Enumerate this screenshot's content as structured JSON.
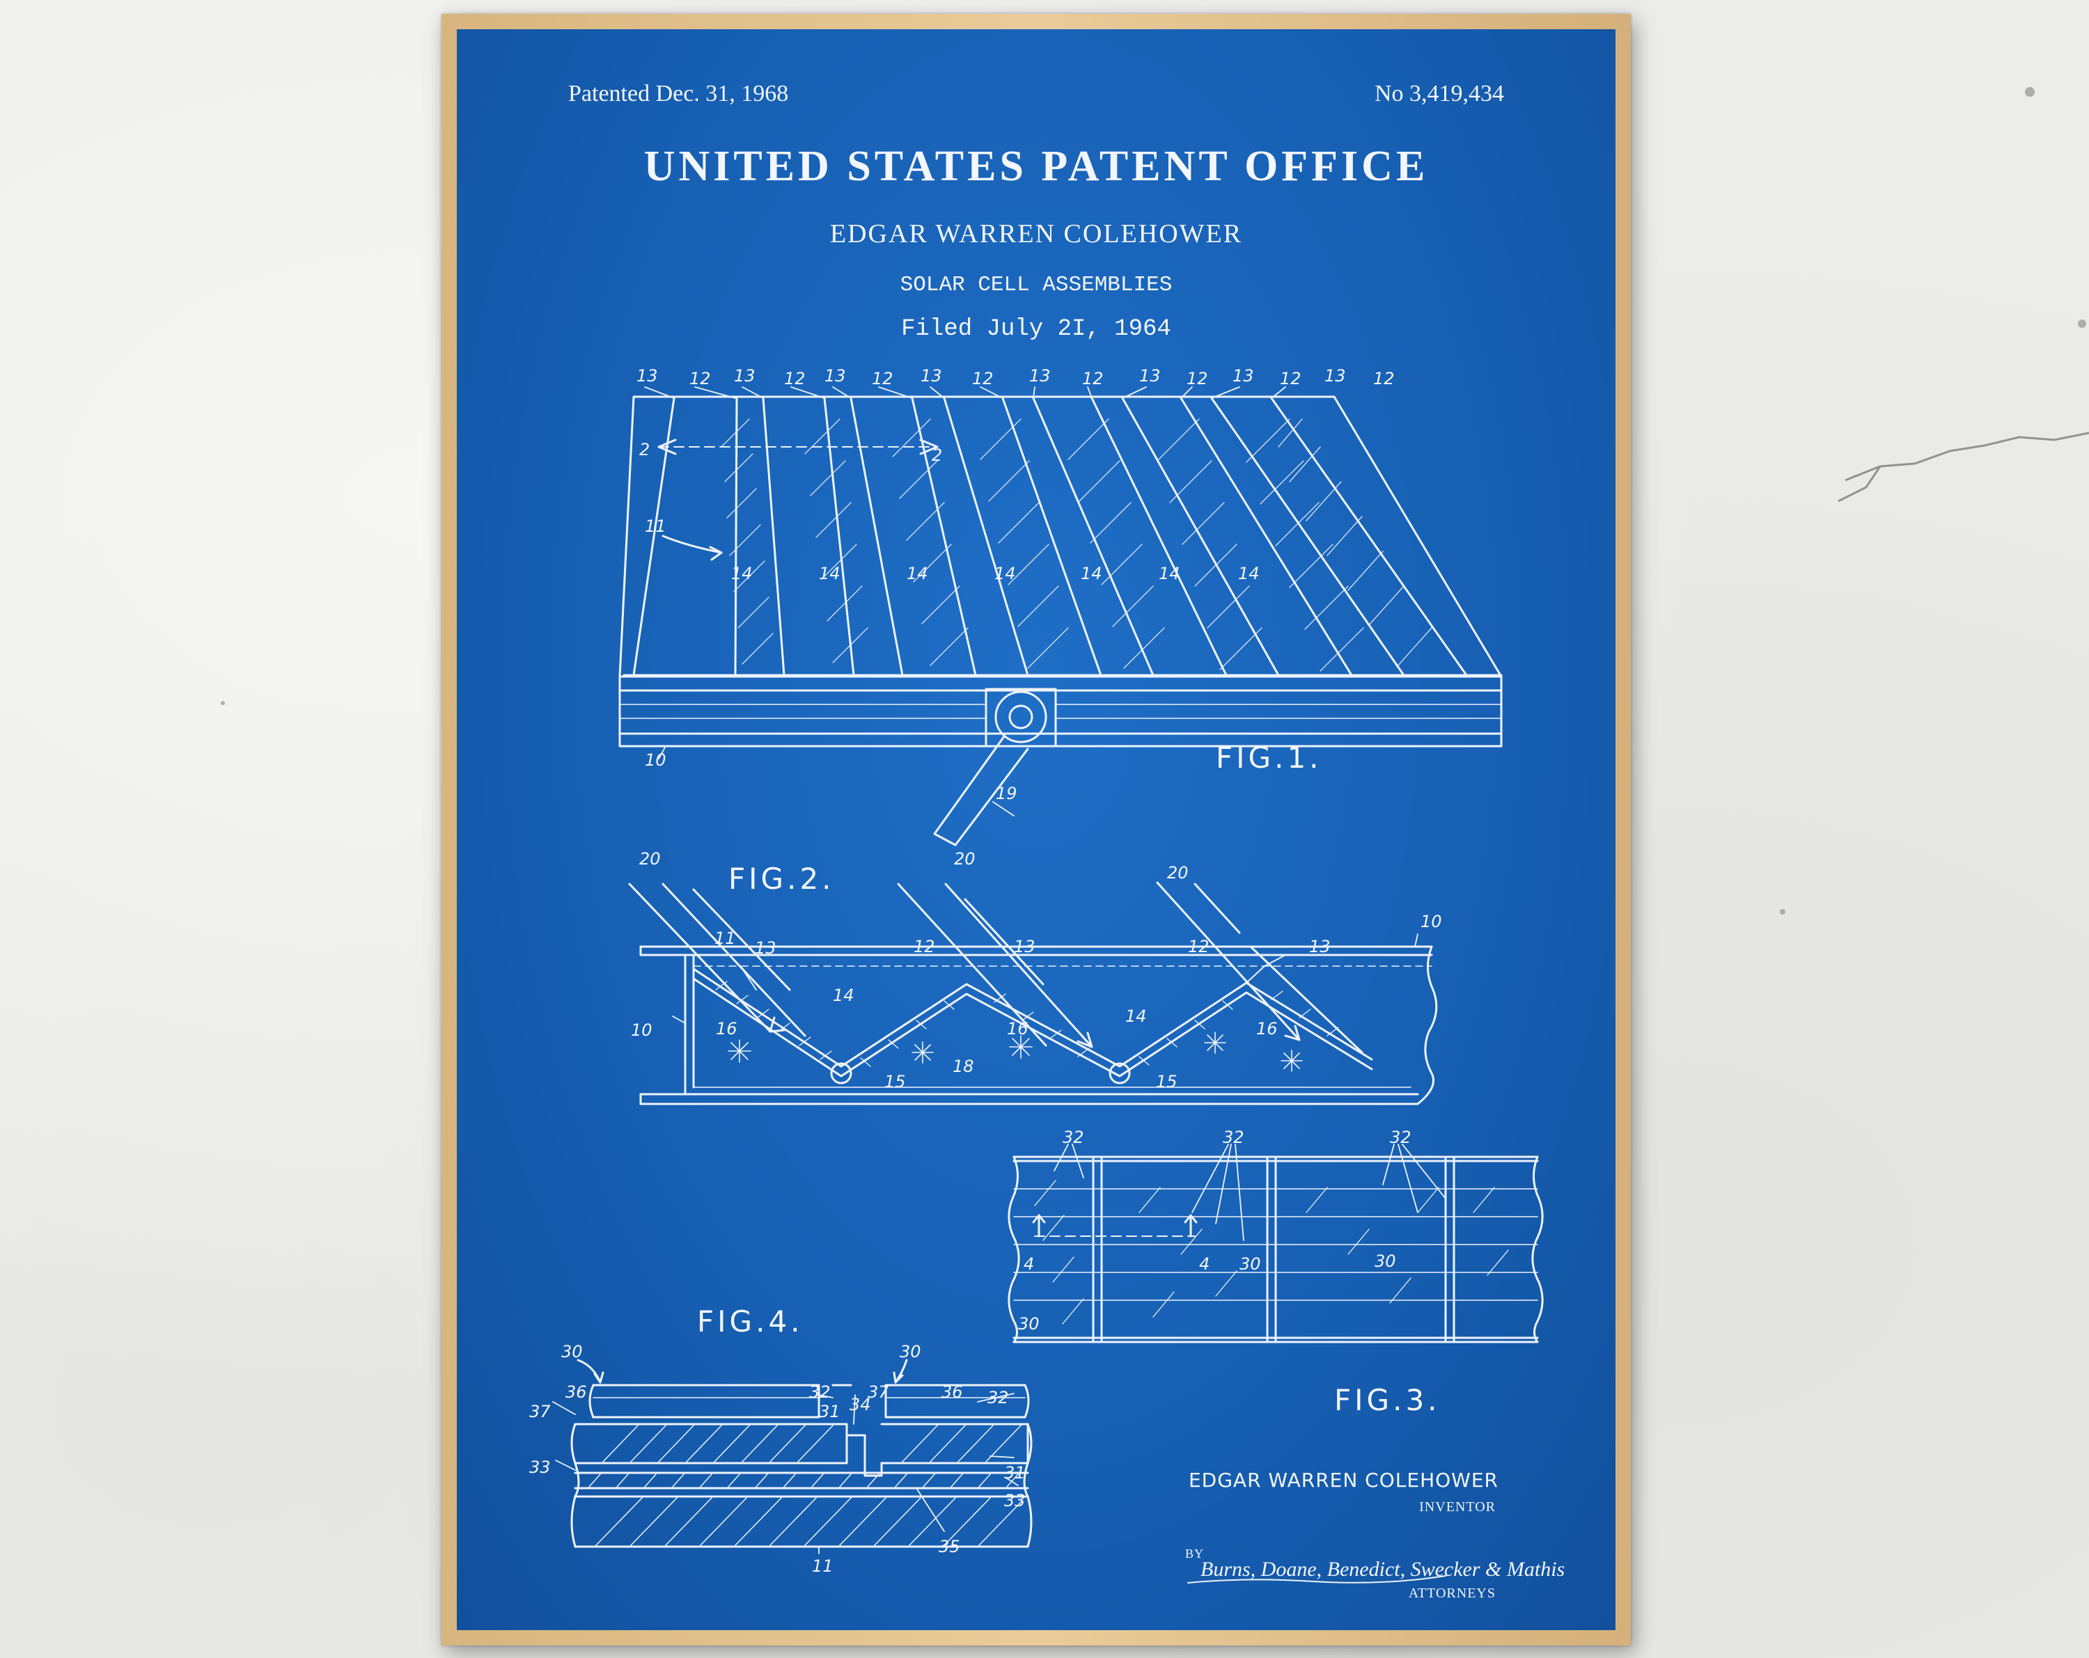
{
  "poster": {
    "patented": "Patented Dec. 31, 1968",
    "number": "No 3,419,434",
    "office": "UNITED STATES PATENT OFFICE",
    "inventor_title": "EDGAR WARREN COLEHOWER",
    "invention": "SOLAR CELL ASSEMBLIES",
    "filed": "Filed July 2I, 1964"
  },
  "figures": {
    "fig1": "FIG.1.",
    "fig2": "FIG.2.",
    "fig3": "FIG.3.",
    "fig4": "FIG.4."
  },
  "signature": {
    "inventor_name": "EDGAR WARREN COLEHOWER",
    "inventor_role": "INVENTOR",
    "by": "BY",
    "attorneys_script": "Burns, Doane, Benedict, Swecker & Mathis",
    "attorneys_role": "ATTORNEYS"
  },
  "refs": {
    "fig1_top": [
      "13",
      "12",
      "13",
      "12",
      "13",
      "12",
      "13",
      "12",
      "13",
      "12",
      "13",
      "12",
      "13",
      "12",
      "13",
      "12"
    ],
    "fig1": [
      "2",
      "2",
      "11",
      "14",
      "14",
      "14",
      "14",
      "14",
      "14",
      "14",
      "10",
      "19"
    ],
    "fig2": [
      "20",
      "20",
      "20",
      "10",
      "11",
      "13",
      "12",
      "13",
      "12",
      "13",
      "14",
      "14",
      "16",
      "16",
      "16",
      "10",
      "18",
      "15",
      "15"
    ],
    "fig3": [
      "32",
      "32",
      "32",
      "4",
      "4",
      "30",
      "30",
      "30"
    ],
    "fig4": [
      "30",
      "30",
      "36",
      "32",
      "37",
      "36",
      "32",
      "37",
      "31",
      "34",
      "31",
      "33",
      "33",
      "35",
      "11"
    ]
  },
  "colors": {
    "blueprint": "#1760b4",
    "line": "#f3f6fb",
    "frame": "#e0c08c",
    "wall": "#ececea"
  }
}
